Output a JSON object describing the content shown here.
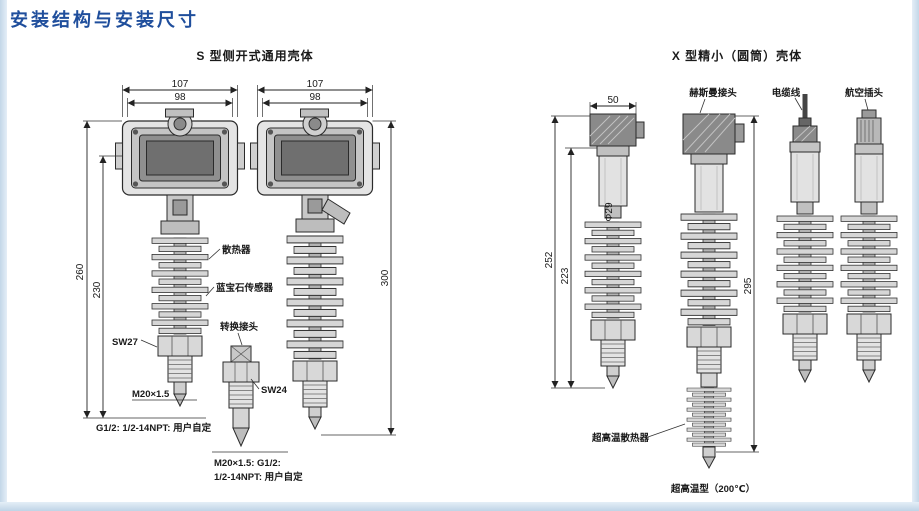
{
  "page": {
    "title": "安装结构与安装尺寸"
  },
  "s_type": {
    "heading": "S 型侧开式通用壳体",
    "dim_107": "107",
    "dim_98": "98",
    "dim_260": "260",
    "dim_230": "230",
    "dim_300": "300",
    "label_heatsink": "散热器",
    "label_sensor": "蓝宝石传感器",
    "label_adapter": "转换接头",
    "label_sw27": "SW27",
    "label_sw24": "SW24",
    "label_m20": "M20×1.5",
    "label_g12_line": "G1/2: 1/2-14NPT: 用户自定",
    "label_m20_g12": "M20×1.5:  G1/2:",
    "label_npt_line": "1/2-14NPT: 用户自定"
  },
  "x_type": {
    "heading": "X 型精小（圆筒）壳体",
    "dim_50": "50",
    "dim_phi29": "Φ29",
    "dim_252": "252",
    "dim_223": "223",
    "dim_295": "295",
    "label_hirschmann": "赫斯曼接头",
    "label_cable": "电缆线",
    "label_aviation": "航空插头",
    "label_uht_heatsink": "超高温散热器",
    "label_uht_type": "超高温型（200℃）"
  }
}
